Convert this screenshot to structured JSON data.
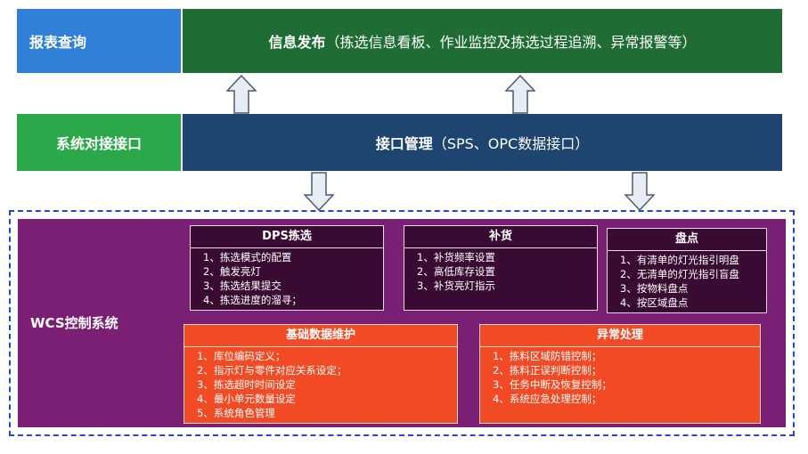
{
  "top_row": {
    "report_query": "报表查询",
    "info_publish_title": "信息发布",
    "info_publish_detail": "（拣选信息看板、作业监控及拣选过程追溯、异常报警等）"
  },
  "middle_row": {
    "system_interface": "系统对接接口",
    "interface_mgmt_title": "接口管理",
    "interface_mgmt_detail": "（SPS、OPC数据接口）"
  },
  "wcs": {
    "title": "WCS控制系统",
    "dps": {
      "title": "DPS拣选",
      "items": [
        "1、拣选模式的配置",
        "2、触发亮灯",
        "3、拣选结果提交",
        "4、拣选进度的溜寻；"
      ]
    },
    "replenish": {
      "title": "补货",
      "items": [
        "1、补货频率设置",
        "2、高低库存设置",
        "3、补货亮灯指示"
      ]
    },
    "inventory": {
      "title": "盘点",
      "items": [
        "1、有清单的灯光指引明盘",
        "2、无清单的灯光指引盲盘",
        "3、按物料盘点",
        "4、按区域盘点"
      ]
    },
    "basic_data": {
      "title": "基础数据维护",
      "items": [
        "1、库位编码定义；",
        "2、指示灯与零件对应关系设定；",
        "3、拣选超时时间设定",
        "4、最小单元数量设定",
        "5、系统角色管理"
      ]
    },
    "exception": {
      "title": "异常处理",
      "items": [
        "1、拣料区域防错控制；",
        "2、拣料正误判断控制；",
        "3、任务中断及恢复控制；",
        "4、系统应急处理控制；"
      ]
    }
  },
  "colors": {
    "report_blue": "#2f80d6",
    "info_green": "#1f6d35",
    "interface_green": "#2aa84a",
    "interface_navy": "#1e4470",
    "wcs_purple": "#7b1f74",
    "box_dark": "#3a0b32",
    "box_orange": "#f14a24",
    "frame_dashed": "#1f49c7"
  }
}
